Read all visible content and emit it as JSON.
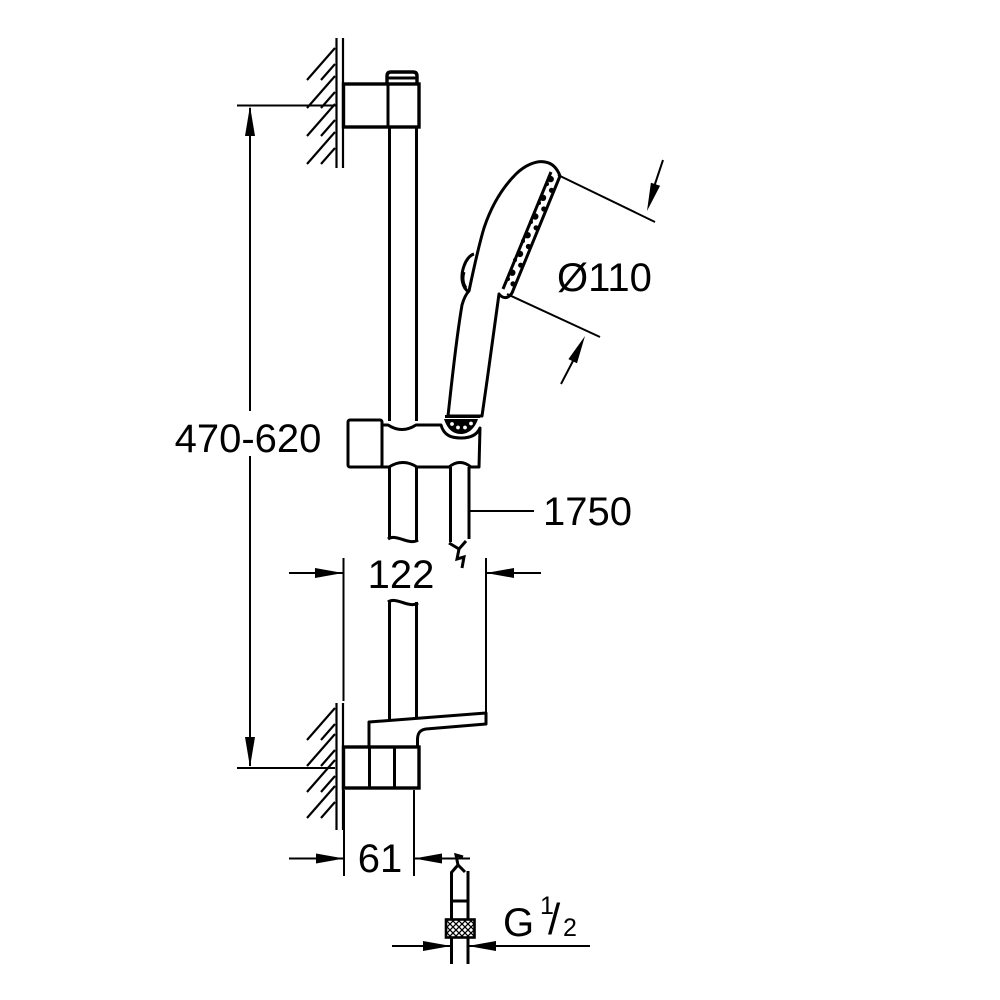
{
  "drawing": {
    "type": "technical-dimension-drawing",
    "subject": "shower rail set with hand shower, wall brackets and hose",
    "colors": {
      "background": "#ffffff",
      "line": "#000000",
      "text": "#000000"
    },
    "labels": {
      "rail_height": "470-620",
      "head_diameter": "Ø110",
      "hose_length": "1750",
      "holder_width": "122",
      "bracket_offset": "61",
      "thread_g": "G",
      "thread_num": "1",
      "thread_slash": "/",
      "thread_den": "2"
    }
  }
}
